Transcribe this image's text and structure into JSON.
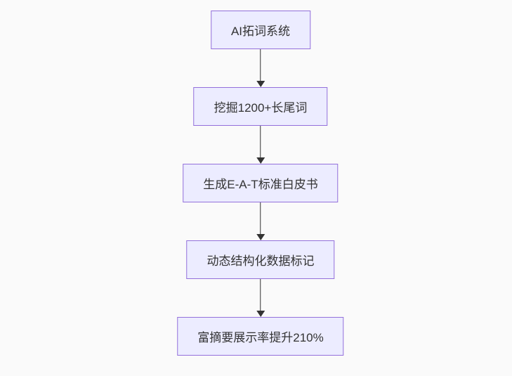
{
  "diagram": {
    "type": "flowchart",
    "direction": "top-down",
    "nodes": [
      {
        "id": "node-1",
        "label": "AI拓词系统"
      },
      {
        "id": "node-2",
        "label": "挖掘1200+长尾词"
      },
      {
        "id": "node-3",
        "label": "生成E-A-T标准白皮书"
      },
      {
        "id": "node-4",
        "label": "动态结构化数据标记"
      },
      {
        "id": "node-5",
        "label": "富摘要展示率提升210%"
      }
    ],
    "edges": [
      {
        "from": "node-1",
        "to": "node-2"
      },
      {
        "from": "node-2",
        "to": "node-3"
      },
      {
        "from": "node-3",
        "to": "node-4"
      },
      {
        "from": "node-4",
        "to": "node-5"
      }
    ],
    "colors": {
      "node_fill": "#ECECFF",
      "node_border": "#9370DB",
      "node_text": "#333333",
      "arrow": "#333333",
      "background": "#FAFAFA"
    }
  }
}
